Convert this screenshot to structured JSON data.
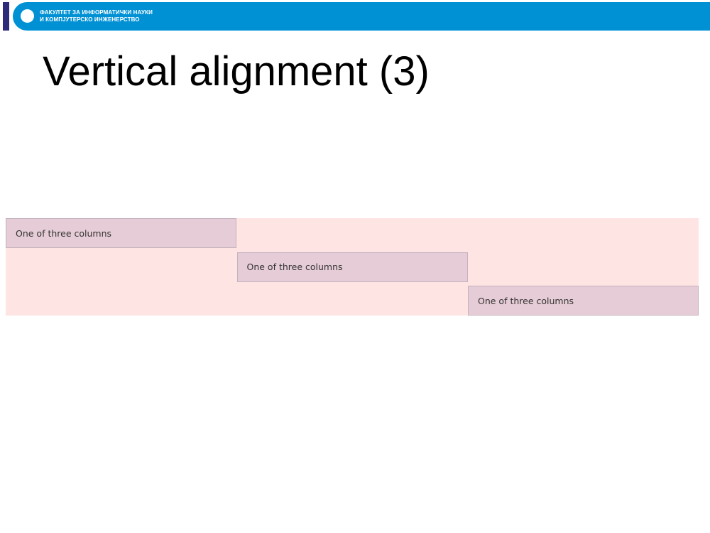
{
  "header": {
    "faculty_line_1": "ФАКУЛТЕТ ЗА ИНФОРМАТИЧКИ НАУКИ",
    "faculty_line_2": "И КОМПЈУТЕРСКО ИНЖЕНЕРСТВО",
    "band_color": "#0091d5",
    "accent_color": "#2e2a7a"
  },
  "slide": {
    "title": "Vertical alignment (3)"
  },
  "demo": {
    "row_color": "#ffe4e4",
    "column_color": "#e6ccd6",
    "columns": [
      {
        "label": "One of three columns",
        "alignment": "start"
      },
      {
        "label": "One of three columns",
        "alignment": "center"
      },
      {
        "label": "One of three columns",
        "alignment": "end"
      }
    ]
  }
}
